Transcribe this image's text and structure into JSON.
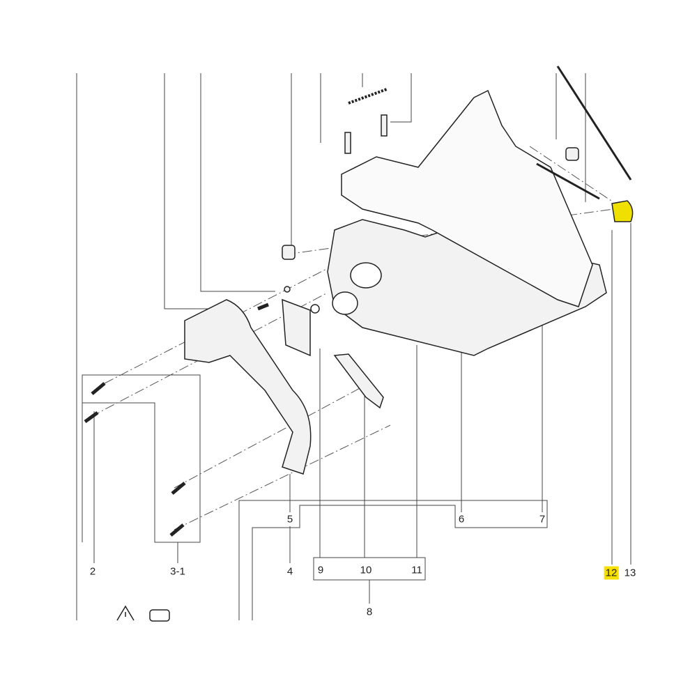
{
  "diagram": {
    "type": "exploded parts diagram",
    "highlight_color": "#f7e000",
    "callouts": {
      "p2": "2",
      "p3_1": "3-1",
      "p4": "4",
      "p5": "5",
      "p6": "6",
      "p7": "7",
      "p8": "8",
      "p9": "9",
      "p10": "10",
      "p11": "11",
      "p12": "12",
      "p13": "13"
    },
    "symbols": [
      "warning-icon",
      "manual-icon"
    ]
  }
}
